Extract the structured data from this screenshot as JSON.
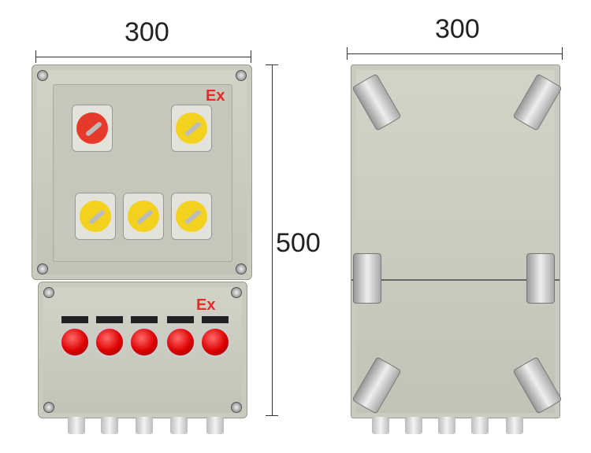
{
  "dimensions": {
    "left_width": "300",
    "right_width": "300",
    "height": "500"
  },
  "left_box": {
    "top_mark": "Ex",
    "bottom_mark": "Ex",
    "switches": [
      {
        "color": "#e53a2a"
      },
      {
        "color": "#f2d21e"
      },
      {
        "color": "#f2d21e"
      },
      {
        "color": "#f2d21e"
      },
      {
        "color": "#f2d21e"
      }
    ],
    "lamp_count": 5,
    "gland_count": 5
  },
  "right_box": {
    "gland_count": 5
  }
}
